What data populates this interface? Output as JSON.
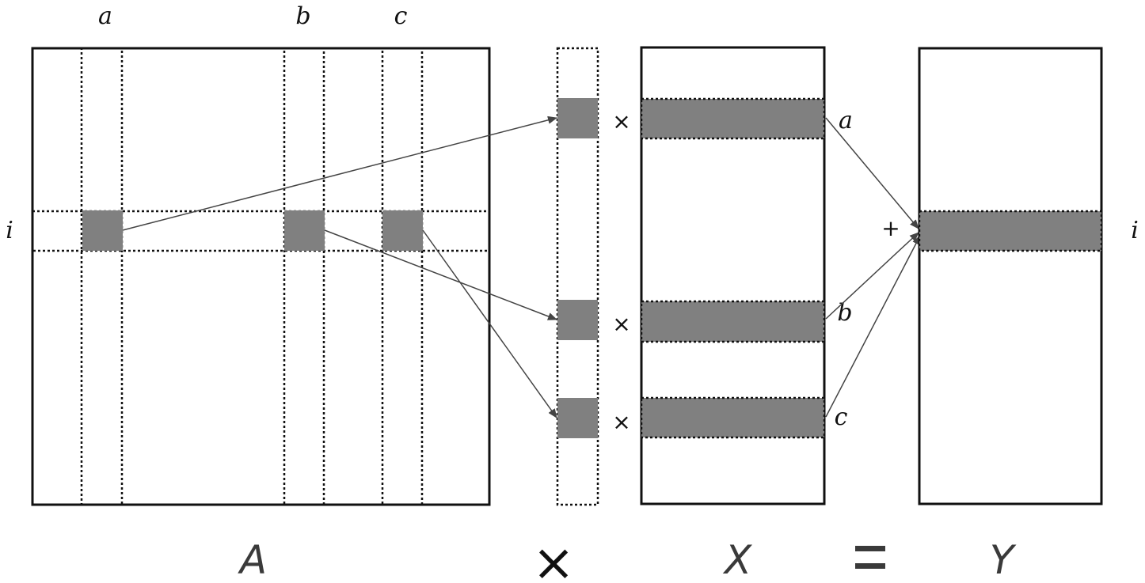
{
  "col_labels": {
    "a": "a",
    "b": "b",
    "c": "c"
  },
  "row_label_left": "i",
  "row_label_right": "i",
  "x_row_labels": {
    "a": "a",
    "b": "b",
    "c": "c"
  },
  "multiply_sign": "×",
  "plus_sign": "+",
  "bottom": {
    "A": "A",
    "times": "×",
    "X": "X",
    "Y": "Y"
  },
  "colors": {
    "fill": "#808080",
    "stroke": "#111111",
    "arrow": "#444444"
  }
}
